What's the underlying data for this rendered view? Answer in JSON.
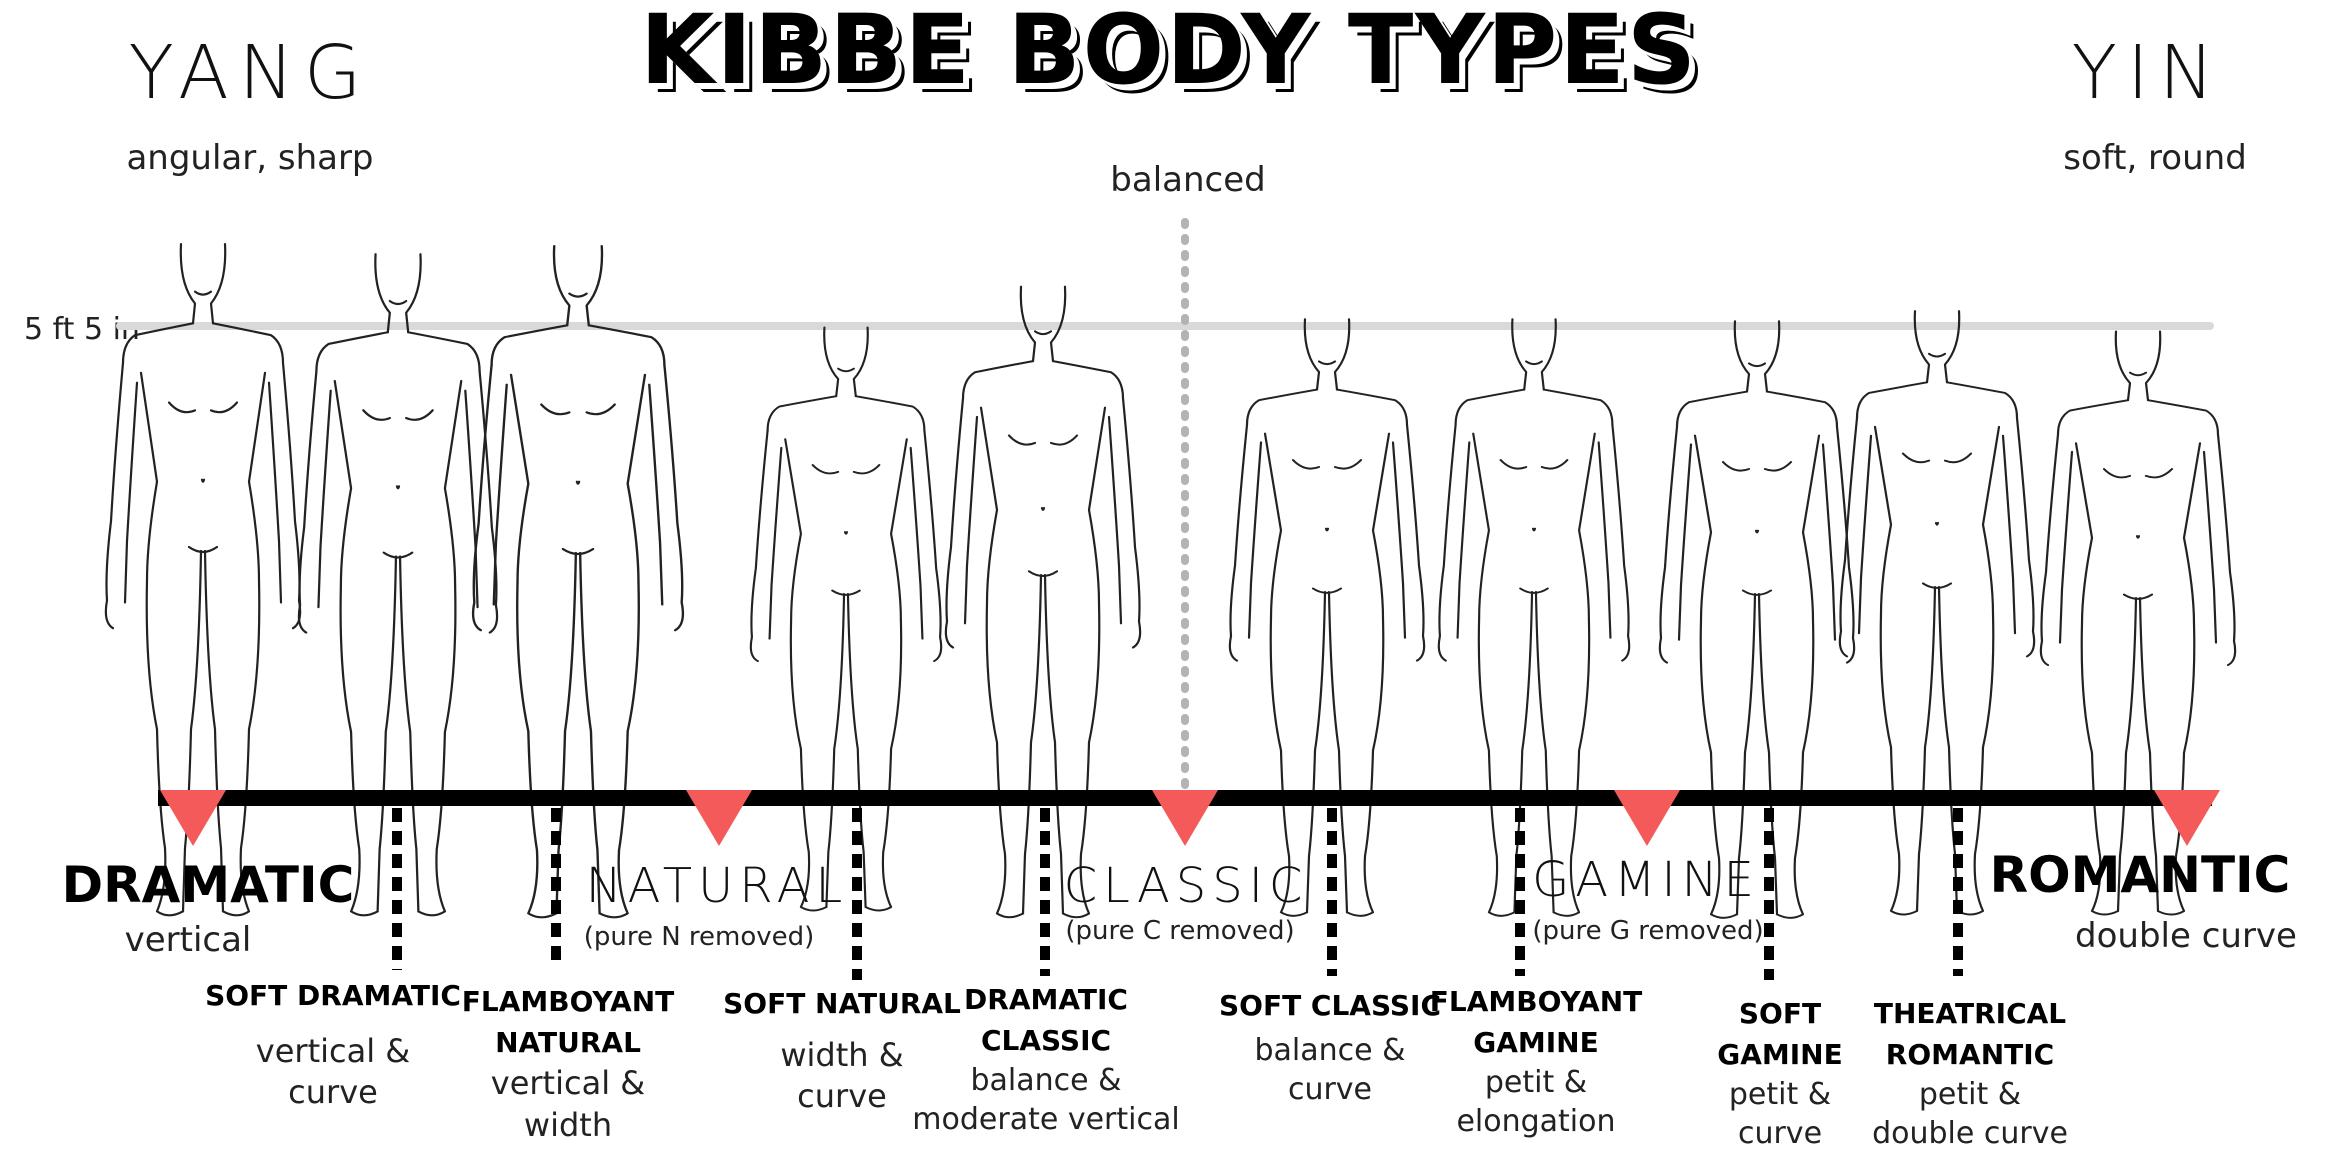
{
  "title": "KIBBE BODY TYPES",
  "yang": {
    "label": "YANG",
    "sub": "angular, sharp"
  },
  "yin": {
    "label": "YIN",
    "sub": "soft, round"
  },
  "balanced": "balanced",
  "height_marker": "5 ft 5 in",
  "colors": {
    "axis": "#000000",
    "marker": "#f55a5a",
    "guide": "#d9d9d9",
    "dotted": "#b3b3b3"
  },
  "main_types": [
    {
      "name": "DRAMATIC",
      "desc": "vertical"
    },
    {
      "name": "NATURAL",
      "desc": "(pure N removed)"
    },
    {
      "name": "CLASSIC",
      "desc": "(pure C removed)"
    },
    {
      "name": "GAMINE",
      "desc": "(pure G removed)"
    },
    {
      "name": "ROMANTIC",
      "desc": "double curve"
    }
  ],
  "sub_types": [
    {
      "name": [
        "SOFT DRAMATIC"
      ],
      "desc": [
        "vertical &",
        "curve"
      ]
    },
    {
      "name": [
        "FLAMBOYANT",
        "NATURAL"
      ],
      "desc": [
        "vertical &",
        "width"
      ]
    },
    {
      "name": [
        "SOFT NATURAL"
      ],
      "desc": [
        "width &",
        "curve"
      ]
    },
    {
      "name": [
        "DRAMATIC",
        "CLASSIC"
      ],
      "desc": [
        "balance &",
        "moderate vertical"
      ]
    },
    {
      "name": [
        "SOFT CLASSIC"
      ],
      "desc": [
        "balance &",
        "curve"
      ]
    },
    {
      "name": [
        "FLAMBOYANT",
        "GAMINE"
      ],
      "desc": [
        "petit &",
        "elongation"
      ]
    },
    {
      "name": [
        "SOFT",
        "GAMINE"
      ],
      "desc": [
        "petit &",
        "curve"
      ]
    },
    {
      "name": [
        "THEATRICAL",
        "ROMANTIC"
      ],
      "desc": [
        "petit &",
        "double curve"
      ]
    }
  ]
}
